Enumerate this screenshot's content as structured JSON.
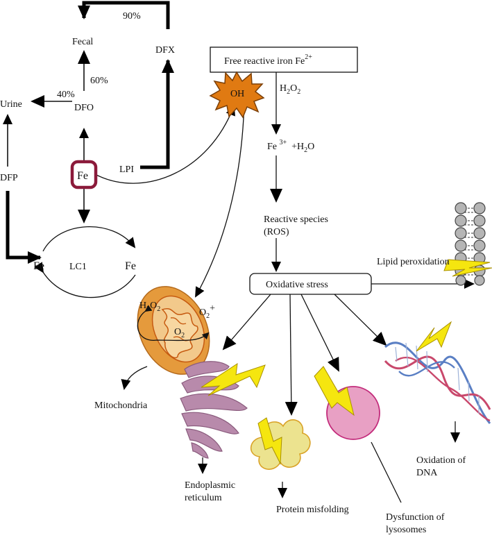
{
  "diagram": {
    "nodes": {
      "fecal": "Fecal",
      "dfx": "DFX",
      "urine": "Urine",
      "dfo": "DFO",
      "dfp": "DFP",
      "fe_center": "Fe",
      "lpi": "LPI",
      "fe_left": "Fe",
      "lc1": "LC1",
      "fe_right": "Fe",
      "free_iron_text": "Free reactive iron Fe",
      "free_iron_sup": "2+",
      "oh": "OH",
      "h2o2_main": "H",
      "h2o2_sub": "2",
      "h2o2_tail": "O",
      "h2o2_sub2": "2",
      "fe3_text": "Fe ",
      "fe3_sup": "3+",
      "fe3_tail": "  +H",
      "fe3_sub": "2",
      "fe3_end": "O",
      "ros_line1": "Reactive species",
      "ros_line2": "(ROS)",
      "oxidative_stress": "Oxidative stress",
      "lipid_peroxidation": "Lipid peroxidation",
      "mito_h2o2": "H",
      "mito_h2o2_sub": "2",
      "mito_h2o2_tail": "O",
      "mito_h2o2_sub2": "2",
      "mito_o2": "O",
      "mito_o2_sub": "2",
      "mito_o2plus": "O",
      "mito_o2plus_sub": "2",
      "mito_o2plus_sup": "+",
      "mitochondria": "Mitochondria",
      "er_line1": "Endoplasmic",
      "er_line2": "reticulum",
      "protein_misfolding": "Protein misfolding",
      "lyso_line1": "Dysfunction of",
      "lyso_line2": "lysosomes",
      "dna_line1": "Oxidation of",
      "dna_line2": "DNA"
    },
    "edge_labels": {
      "pct_90": "90%",
      "pct_60": "60%",
      "pct_40": "40%"
    }
  },
  "colors": {
    "fe_box_border": "#8b1a3a",
    "oh_fill": "#e07a12",
    "mito_outer": "#e59a3c",
    "mito_inner": "#f2c98b",
    "er_fill": "#b88aab",
    "lyso_fill": "#e8a0c4",
    "lyso_stroke": "#c22a7a",
    "protein_fill": "#ece38f",
    "bolt_fill": "#f5e60f",
    "lipid_head": "#b5b5b5",
    "dna_blue": "#5a7fc4",
    "dna_red": "#c9486c"
  }
}
